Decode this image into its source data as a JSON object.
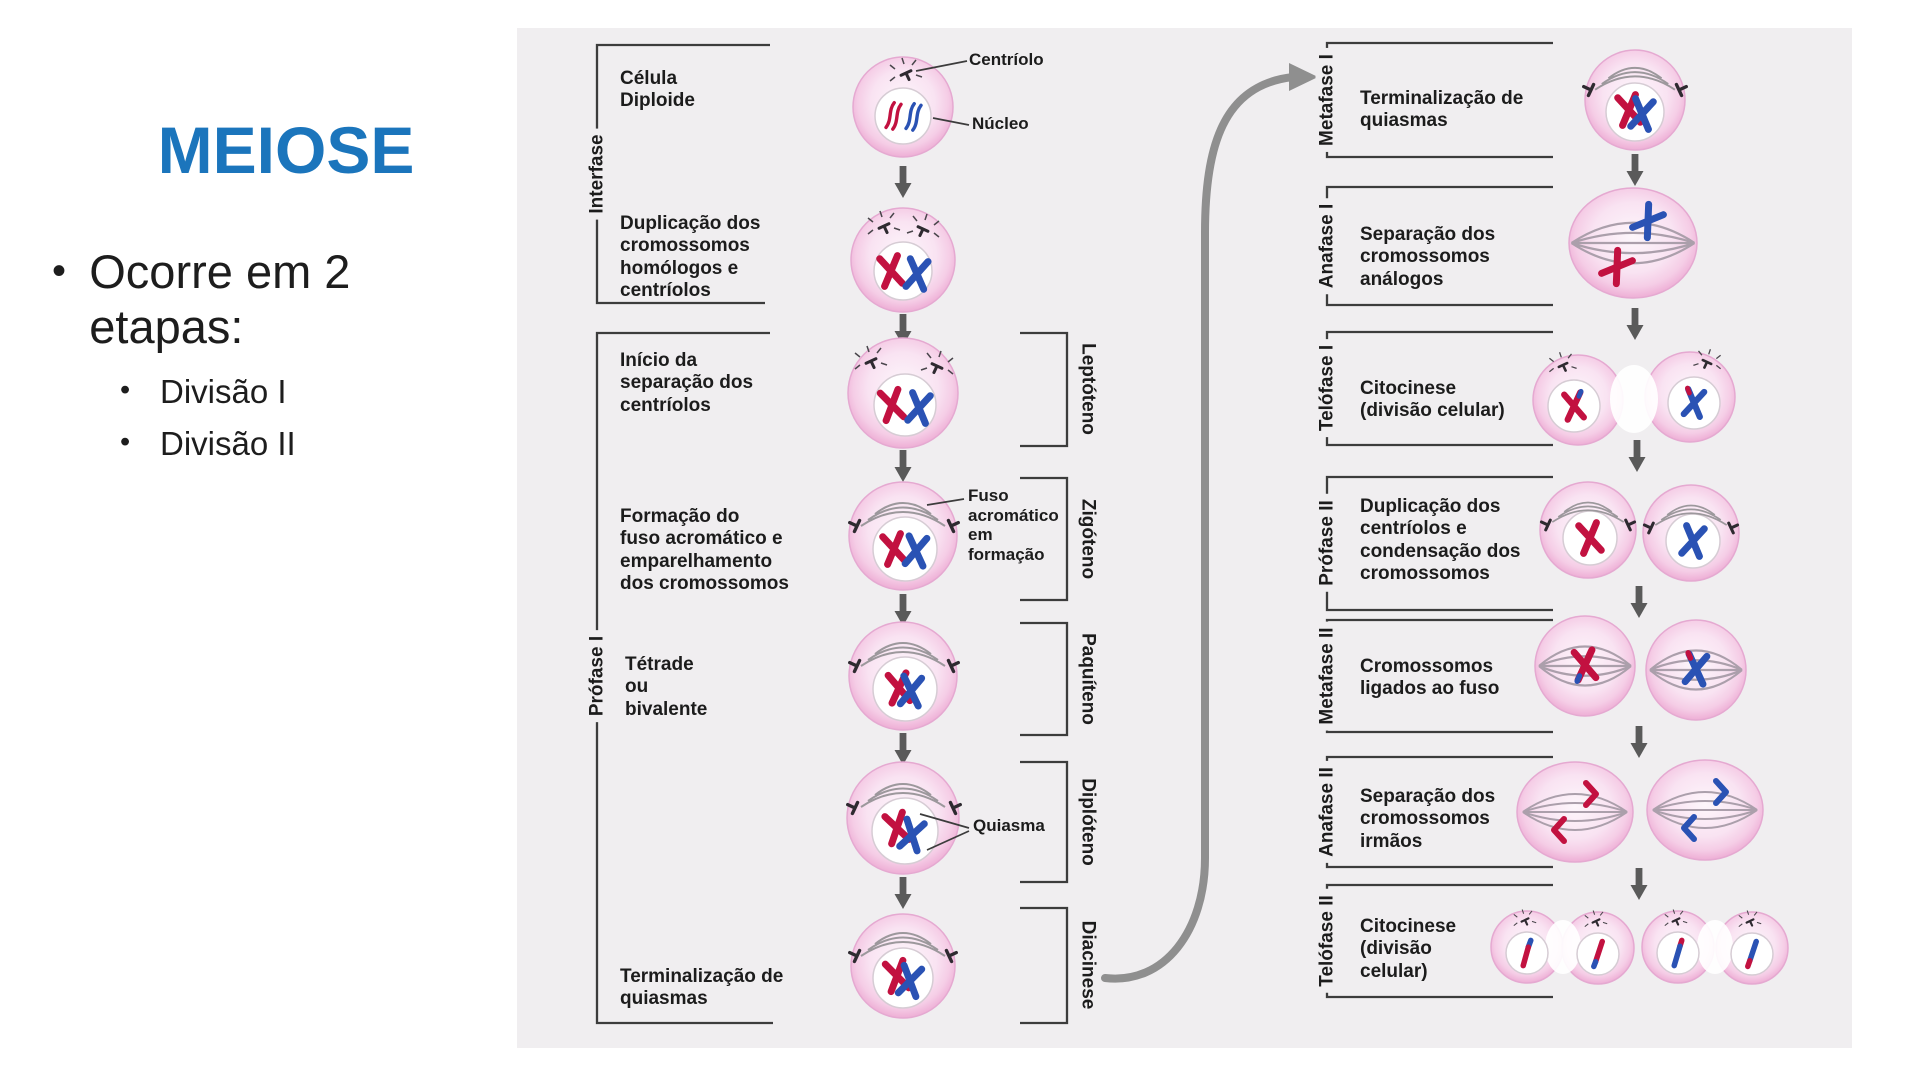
{
  "slide": {
    "title": "MEIOSE",
    "bullet": "Ocorre em 2 etapas:",
    "bullet_marker": "•",
    "sub_bullets": [
      "Divisão I",
      "Divisão II"
    ],
    "colors": {
      "title": "#1b75bc",
      "text": "#1d1d1d"
    }
  },
  "diagram": {
    "background": "#f0eef0",
    "colors": {
      "chromosome_red": "#c21140",
      "chromosome_blue": "#2a52b4",
      "cell_pink": "#efb3d8",
      "flow_arrow_gray": "#8f8f8f",
      "bracket_dark": "#3c3c3c"
    },
    "interfase": {
      "label": "Interfase",
      "step_celula": "Célula\nDiploide",
      "step_duplicacao": "Duplicação dos\ncromossomos\nhomólogos e\ncentríolos"
    },
    "profase1": {
      "label": "Prófase I",
      "step_inicio": "Início da\nseparação dos\ncentríolos",
      "step_formacao": "Formação do\nfuso acromático e\nemparelhamento\ndos cromossomos",
      "step_tetrade": "Tétrade\nou\nbivalente",
      "step_terminalizacao": "Terminalização de\nquiasmas"
    },
    "subphases": [
      "Leptóteno",
      "Zigóteno",
      "Paquíteno",
      "Diplóteno",
      "Diacinese"
    ],
    "annotations": {
      "centriolo": "Centríolo",
      "nucleo": "Núcleo",
      "fuso": "Fuso\nacromático\nem\nformação",
      "quiasma": "Quiasma"
    },
    "right_phases": [
      {
        "label": "Metafase I",
        "desc": "Terminalização de\nquiasmas"
      },
      {
        "label": "Anafase I",
        "desc": "Separação dos\ncromossomos\nanálogos"
      },
      {
        "label": "Telófase I",
        "desc": "Citocinese\n(divisão celular)"
      },
      {
        "label": "Prófase II",
        "desc": "Duplicação dos\ncentríolos e\ncondensação dos\ncromossomos"
      },
      {
        "label": "Metafase II",
        "desc": "Cromossomos\nligados ao fuso"
      },
      {
        "label": "Anafase II",
        "desc": "Separação dos\ncromossomos\nirmãos"
      },
      {
        "label": "Telófase II",
        "desc": "Citocinese\n(divisão\ncelular)"
      }
    ]
  }
}
